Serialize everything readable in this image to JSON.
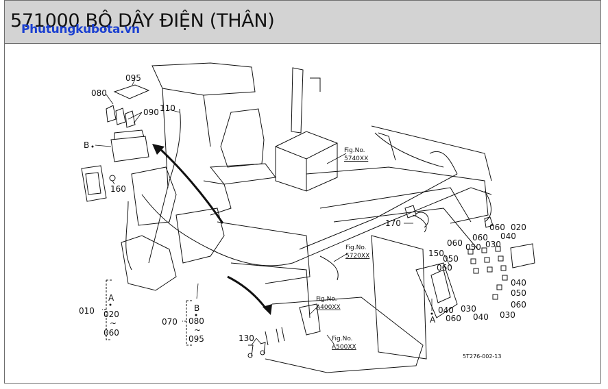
{
  "header": {
    "title": "571000 BỘ DÂY ĐIỆN (THÂN)",
    "watermark": "Phutungkubota.vn"
  },
  "callouts": {
    "p095": "095",
    "p080": "080",
    "p090": "090",
    "p110": "110",
    "pB": "B",
    "p160": "160",
    "p170": "170",
    "p150": "150",
    "p010": "010",
    "pA": "A",
    "p020": "020",
    "tilde": "~",
    "p060": "060",
    "p070": "070",
    "p080b": "080",
    "p095b": "095",
    "p130": "130",
    "p060_a": "060",
    "p020_a": "020",
    "p060_b": "060",
    "p030_a": "030",
    "p040_a": "040",
    "p060_c": "060",
    "p050_a": "050",
    "p050_b": "050",
    "p060_d": "060",
    "p040_b": "040",
    "p060_e": "060",
    "p030_b": "030",
    "p040_c": "040",
    "p030_c": "030",
    "p040_d": "040",
    "p050_c": "050",
    "p060_f": "060",
    "pA2": "A",
    "pB2": "B"
  },
  "figrefs": [
    {
      "label": "Fig.No.",
      "code": "5740XX"
    },
    {
      "label": "Fig.No.",
      "code": "5720XX"
    },
    {
      "label": "Fig.No.",
      "code": "A400XX"
    },
    {
      "label": "Fig.No.",
      "code": "A500XX"
    }
  ],
  "drawing_code": "5T276-002-13"
}
